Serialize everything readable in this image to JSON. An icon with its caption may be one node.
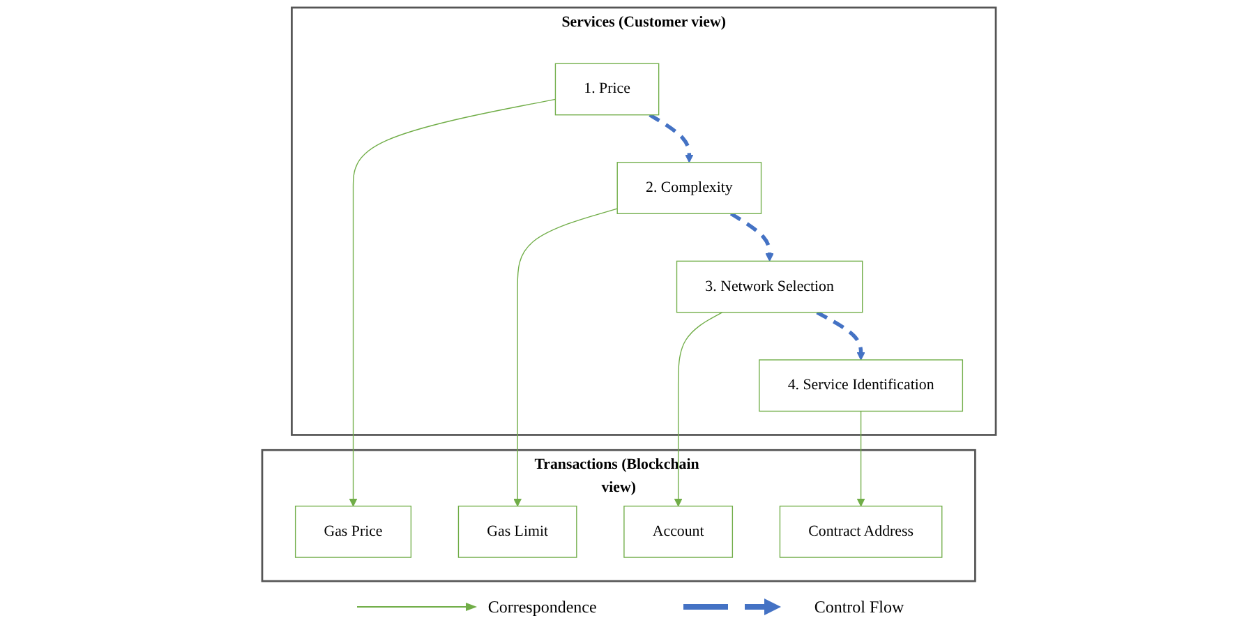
{
  "diagram": {
    "nodes": [
      {
        "text": [
          "Services (Customer view)"
        ]
      },
      {
        "text": [
          "1. Price"
        ],
        "in": 0
      },
      {
        "text": [
          "2. Complexity"
        ],
        "in": 0
      },
      {
        "text": [
          "3. Network Selection"
        ],
        "in": 0
      },
      {
        "text": [
          "4. Service Identification"
        ],
        "in": 0
      },
      {
        "text": [
          "Transactions (Blockchain view)"
        ]
      },
      {
        "text": [
          "Gas Price"
        ],
        "in": 5
      },
      {
        "text": [
          "Gas Limit"
        ],
        "in": 5
      },
      {
        "text": [
          "Account"
        ],
        "in": 5
      },
      {
        "text": [
          "Contract Address"
        ],
        "in": 5
      }
    ],
    "edges": [
      {
        "from": 1,
        "to": 2,
        "arrow": "to",
        "style": "dashed",
        "color": "#4472c4"
      },
      {
        "from": 2,
        "to": 3,
        "arrow": "to",
        "style": "dashed",
        "color": "#4472c4"
      },
      {
        "from": 3,
        "to": 4,
        "arrow": "to",
        "style": "dashed",
        "color": "#4472c4"
      },
      {
        "from": 1,
        "to": 6,
        "arrow": "to"
      },
      {
        "from": 2,
        "to": 7,
        "arrow": "to"
      },
      {
        "from": 3,
        "to": 8,
        "arrow": "to"
      },
      {
        "from": 4,
        "to": 9,
        "arrow": "to"
      }
    ],
    "legend": [
      {
        "text": "Correspondence"
      },
      {
        "text": "Control Flow"
      }
    ]
  }
}
